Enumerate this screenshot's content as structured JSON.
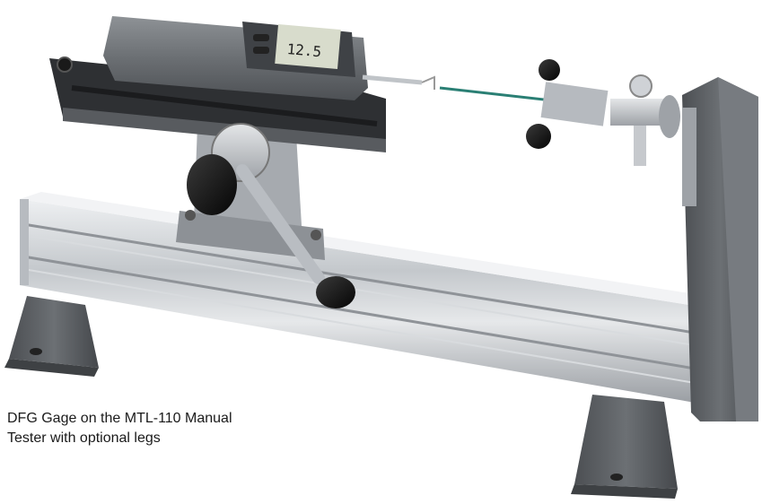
{
  "caption": {
    "line1": "DFG Gage on the MTL-110 Manual",
    "line2": "Tester with optional legs"
  },
  "colors": {
    "background": "#ffffff",
    "aluminum": "#c9ccd0",
    "gage_body": "#6f7377",
    "cast_iron": "#5b5e62",
    "knob": "#111111",
    "caption_text": "#1a1a1a"
  },
  "product": {
    "gage_display_value": "12.5"
  }
}
